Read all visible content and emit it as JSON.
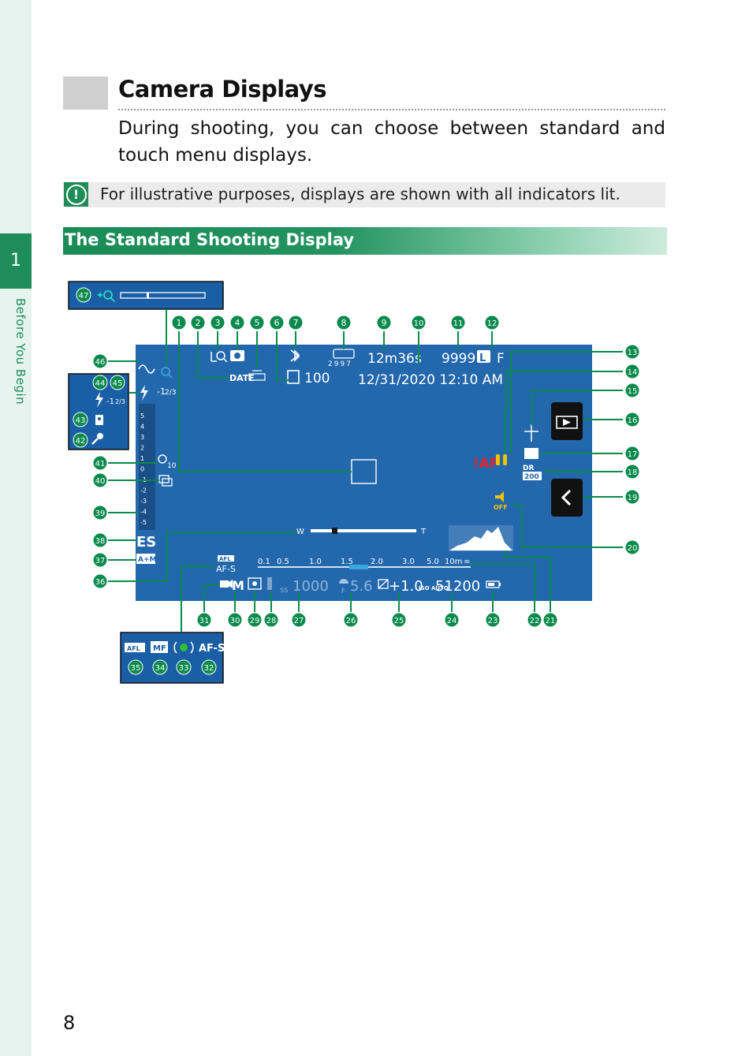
{
  "page": {
    "number": "8",
    "chapter_number": "1",
    "chapter_title": "Before You Begin"
  },
  "heading": {
    "title": "Camera Displays",
    "intro": "During shooting, you can choose between standard and touch menu displays."
  },
  "note": {
    "icon": "caution-icon",
    "text": "For illustrative purposes, displays are shown with all indicators lit."
  },
  "section": {
    "title": "The Standard Shooting Display"
  },
  "colors": {
    "accent_green": "#1f8d5a",
    "screen_blue": "#2368ad",
    "callout_green": "#0a8a4c",
    "warning_red": "#e0242b",
    "warning_yellow": "#f2c200"
  },
  "display": {
    "date_stamp": "DATE",
    "film_count": "2997",
    "remaining_time": "12m36s",
    "date_time": "12/31/2020  12:10  AM",
    "frames_remaining": "9999",
    "image_size": "L",
    "image_quality": "F",
    "folder_number": "100",
    "flash_comp": "-1",
    "flash_frac": "2/3",
    "af_warning": "!AF",
    "dynamic_range": "200",
    "sound_off": "OFF",
    "zoom_w": "W",
    "zoom_t": "T",
    "distance_scale": [
      "0.1",
      "0.5",
      "1.0",
      "1.5",
      "2.0",
      "3.0",
      "5.0",
      "10m",
      "∞"
    ],
    "afl_label": "AFL",
    "af_mode": "AF-S",
    "exposure_mode": "M",
    "shutter_label": "SS",
    "shutter_speed": "1000",
    "aperture_label": "F",
    "aperture": "5.6",
    "exp_comp": "+1.0",
    "iso_label": "ISO AUTO",
    "iso": "51200",
    "shutter_type": "ES",
    "af_plus_mf": "A+M",
    "timer_value": "10",
    "exposure_scale": [
      "5",
      "4",
      "3",
      "2",
      "1",
      "0",
      "-1",
      "-2",
      "-3",
      "-4",
      "-5"
    ]
  },
  "inset_focus_modes": {
    "afl": "AFL",
    "mf": "MF",
    "af_s": "AF-S"
  },
  "inset_flash": {
    "comp_int": "-1",
    "comp_frac": "2/3"
  },
  "callouts": [
    "1",
    "2",
    "3",
    "4",
    "5",
    "6",
    "7",
    "8",
    "9",
    "10",
    "11",
    "12",
    "13",
    "14",
    "15",
    "16",
    "17",
    "18",
    "19",
    "20",
    "21",
    "22",
    "23",
    "24",
    "25",
    "26",
    "27",
    "28",
    "29",
    "30",
    "31",
    "32",
    "33",
    "34",
    "35",
    "36",
    "37",
    "38",
    "39",
    "40",
    "41",
    "42",
    "43",
    "44",
    "45",
    "46",
    "47"
  ]
}
